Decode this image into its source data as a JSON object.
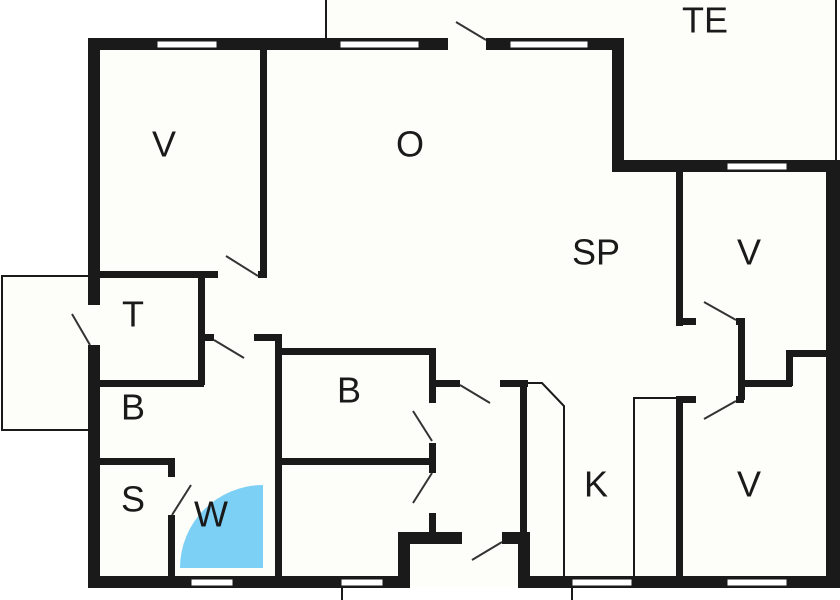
{
  "floorplan": {
    "colors": {
      "wall": "#1a1a1a",
      "floor": "#fdfdf9",
      "shower": "#7dd0f5",
      "background": "#ffffff"
    },
    "rooms": [
      {
        "id": "terrace",
        "label": "TE"
      },
      {
        "id": "bedroom-1",
        "label": "V"
      },
      {
        "id": "living",
        "label": "O"
      },
      {
        "id": "dining",
        "label": "SP"
      },
      {
        "id": "bedroom-2",
        "label": "V"
      },
      {
        "id": "toilet",
        "label": "T"
      },
      {
        "id": "bathroom-1",
        "label": "B"
      },
      {
        "id": "bathroom-2",
        "label": "B"
      },
      {
        "id": "sauna",
        "label": "S"
      },
      {
        "id": "shower",
        "label": "W"
      },
      {
        "id": "kitchen",
        "label": "K"
      },
      {
        "id": "bedroom-3",
        "label": "V"
      }
    ]
  }
}
